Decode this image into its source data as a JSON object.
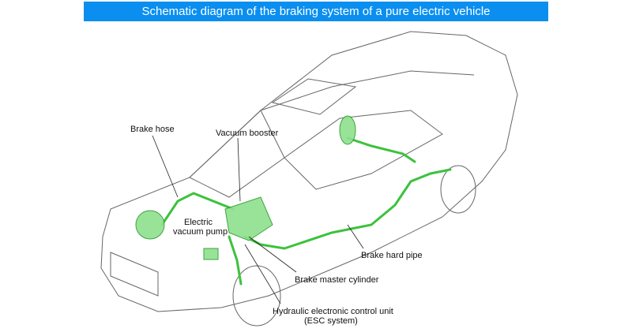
{
  "title": "Schematic diagram of the braking system of a pure electric vehicle",
  "labels": {
    "brake_hose": "Brake hose",
    "vacuum_booster": "Vacuum booster",
    "electric_vacuum_pump_1": "Electric",
    "electric_vacuum_pump_2": "vacuum pump",
    "brake_hard_pipe": "Brake hard pipe",
    "brake_master_cylinder": "Brake master cylinder",
    "hcu_1": "Hydraulic electronic control unit",
    "hcu_2": "(ESC system)"
  },
  "colors": {
    "banner": "#0a8ff0",
    "brake_line": "#3cc23c",
    "outline": "#555555"
  }
}
